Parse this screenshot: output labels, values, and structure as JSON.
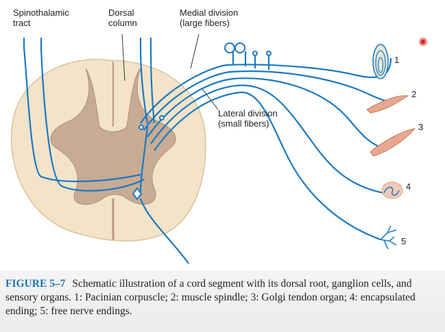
{
  "labels": {
    "spinothalamic": [
      "Spinothalamic",
      "tract"
    ],
    "dorsal_column": [
      "Dorsal",
      "column"
    ],
    "medial_division": [
      "Medial division",
      "(large fibers)"
    ],
    "lateral_division": [
      "Lateral division",
      "(small fibers)"
    ]
  },
  "organ_numbers": [
    "1",
    "2",
    "3",
    "4",
    "5"
  ],
  "caption": {
    "figure_label": "FIGURE 5–7",
    "text": "Schematic illustration of a cord segment with its dorsal root, ganglion cells, and sensory organs. 1: Pacinian corpuscle; 2: muscle spindle; 3: Golgi tendon organ; 4: encapsulated ending; 5: free nerve endings."
  },
  "colors": {
    "nerve": "#1a78c2",
    "white_matter": "#f3e3c8",
    "gray_matter": "#c8ab93",
    "organ": "#e7a88f"
  }
}
